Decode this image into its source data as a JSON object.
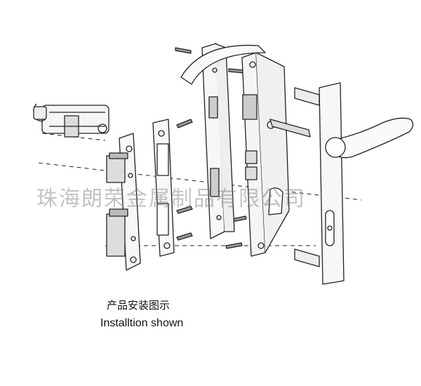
{
  "watermark": "珠海朗荣金属制品有限公司",
  "caption": {
    "chinese": "产品安装图示",
    "english": "Installtion shown"
  },
  "colors": {
    "line": "#222222",
    "shade": "#cfcfcf",
    "dark": "#555555"
  }
}
